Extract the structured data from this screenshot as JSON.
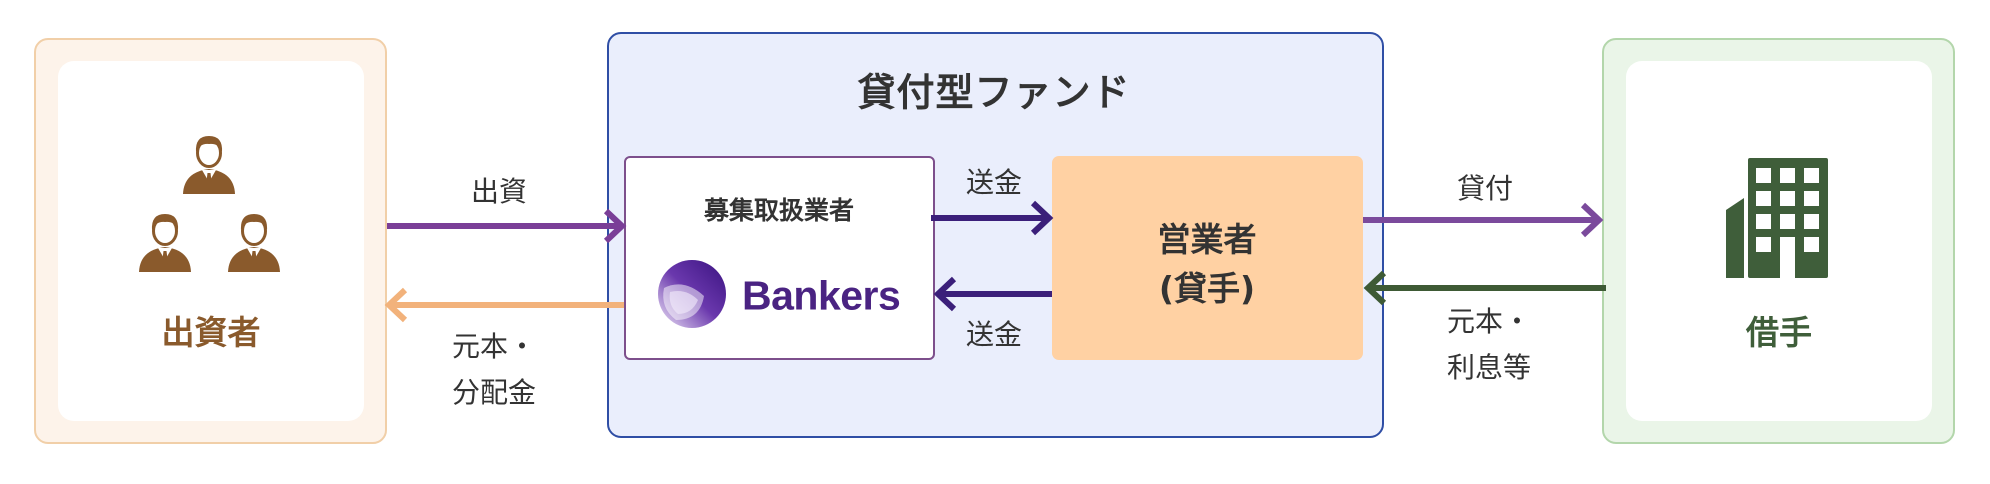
{
  "fund": {
    "title": "貸付型ファンド"
  },
  "investor": {
    "label": "出資者",
    "icon": "people-group-icon"
  },
  "recruiter": {
    "label": "募集取扱業者",
    "logo_text": "Bankers",
    "logo_icon": "bankers-logo-icon"
  },
  "operator": {
    "label_line1": "営業者",
    "label_line2": "(貸手)"
  },
  "borrower": {
    "label": "借手",
    "icon": "building-icon"
  },
  "flows": {
    "investment": "出資",
    "distribution": [
      "元本・",
      "分配金"
    ],
    "remit_to_operator": "送金",
    "remit_to_recruiter": "送金",
    "loan": "貸付",
    "repayment": [
      "元本・",
      "利息等"
    ]
  },
  "colors": {
    "investor_accent": "#8a5a2c",
    "investor_border": "#f1cfa8",
    "borrower_accent": "#3f5e3a",
    "borrower_border": "#b3d6ab",
    "fund_border": "#2f4ea5",
    "recruiter_border": "#7d4f8c",
    "operator_fill": "#ffd1a3",
    "logo_text": "#4a2382",
    "investment_arrow": "#7a3e97",
    "distribution_arrow": "#f2b27b",
    "remit_arrow": "#3b1f7a",
    "loan_arrow": "#7b4a9c",
    "repayment_arrow": "#3e5a35"
  }
}
